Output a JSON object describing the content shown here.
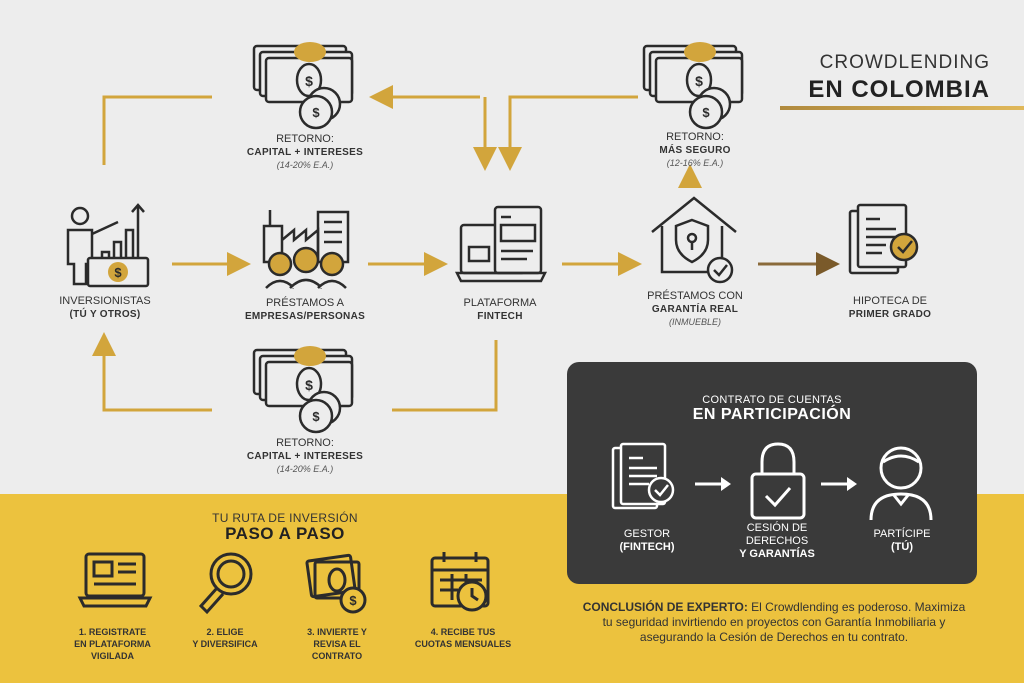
{
  "title": {
    "line1": "CROWDLENDING",
    "line2": "EN COLOMBIA"
  },
  "nodes": {
    "investors": {
      "label": "INVERSIONISTAS",
      "sub": "(TÚ Y OTROS)"
    },
    "loans": {
      "label": "PRÉSTAMOS A",
      "sub": "EMPRESAS/PERSONAS"
    },
    "platform": {
      "label": "PLATAFORMA",
      "sub": "FINTECH"
    },
    "guaranteed": {
      "label": "PRÉSTAMOS CON",
      "sub": "GARANTÍA REAL",
      "note": "(INMUEBLE)"
    },
    "mortgage": {
      "label": "HIPOTECA DE",
      "sub": "PRIMER GRADO"
    },
    "return_top": {
      "label": "RETORNO:",
      "sub": "CAPITAL + INTERESES",
      "note": "(14-20% E.A.)"
    },
    "return_bottom": {
      "label": "RETORNO:",
      "sub": "CAPITAL + INTERESES",
      "note": "(14-20% E.A.)"
    },
    "return_secure": {
      "label": "RETORNO:",
      "sub": "MÁS SEGURO",
      "note": "(12-16% E.A.)"
    }
  },
  "contract": {
    "heading": "CONTRATO DE CUENTAS",
    "subheading": "EN PARTICIPACIÓN",
    "manager": {
      "label": "GESTOR",
      "sub": "(FINTECH)"
    },
    "assignment": {
      "line1": "CESIÓN DE",
      "line2": "DERECHOS",
      "line3": "Y GARANTÍAS"
    },
    "participant": {
      "label": "PARTÍCIPE",
      "sub": "(TÚ)"
    }
  },
  "steps": {
    "heading": "TU RUTA DE INVERSIÓN",
    "subheading": "PASO A PASO",
    "items": [
      {
        "line1": "1.  REGISTRATE",
        "line2": "EN PLATAFORMA",
        "line3": "VIGILADA"
      },
      {
        "line1": "2. ELIGE",
        "line2": "Y DIVERSIFICA",
        "line3": ""
      },
      {
        "line1": "3. INVIERTE Y",
        "line2": "REVISA EL",
        "line3": "CONTRATO"
      },
      {
        "line1": "4. RECIBE TUS",
        "line2": "CUOTAS MENSUALES",
        "line3": ""
      }
    ]
  },
  "conclusion": {
    "lead": "CONCLUSIÓN DE EXPERTO:",
    "text": " El Crowdlending es poderoso. Maximiza tu seguridad invirtiendo en proyectos con Garantía Inmobiliaria y asegurando la Cesión de Derechos en tu contrato."
  },
  "colors": {
    "gold": "#d2a53c",
    "yellow": "#ecc23e",
    "dark": "#3a3a3a",
    "bg": "#ededed"
  }
}
